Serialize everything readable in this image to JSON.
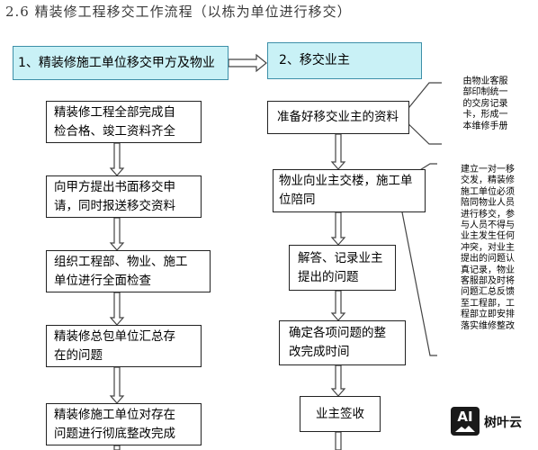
{
  "title": "2.6 精装修工程移交工作流程（以栋为单位进行移交）",
  "header": {
    "left": "1、精装修施工单位移交甲方及物业",
    "right": "2、移交业主"
  },
  "left_steps": [
    [
      "精装修工程全部完成自",
      "检合格、竣工资料齐全"
    ],
    [
      "向甲方提出书面移交申",
      "请，同时报送移交资料"
    ],
    [
      "组织工程部、物业、施工",
      "单位进行全面检查"
    ],
    [
      "精装修总包单位汇总存",
      "在的问题"
    ],
    [
      "精装修施工单位对存在",
      "问题进行彻底整改完成"
    ]
  ],
  "right_steps": [
    [
      "准备好移交业主的资料"
    ],
    [
      "物业向业主交楼，施工单",
      "位陪同"
    ],
    [
      "解答、记录业主",
      "提出的问题"
    ],
    [
      "确定各项问题的整",
      "改完成时间"
    ],
    [
      "业主签收"
    ]
  ],
  "notes": {
    "note1": "由物业客服\n部印制统一\n的交房记录\n卡，形成一\n本维修手册",
    "note2": "建立一对一移\n交发，精装修\n施工单位必须\n陪同物业人员\n进行移交，参\n与人员不得与\n业主发生任何\n冲突，对业主\n提出的问题认\n真记录，物业\n客服部及时将\n问题汇总反馈\n至工程部，工\n程部立即安排\n落实维修整改"
  },
  "watermark": {
    "logo": "AI",
    "text": "树叶云"
  }
}
